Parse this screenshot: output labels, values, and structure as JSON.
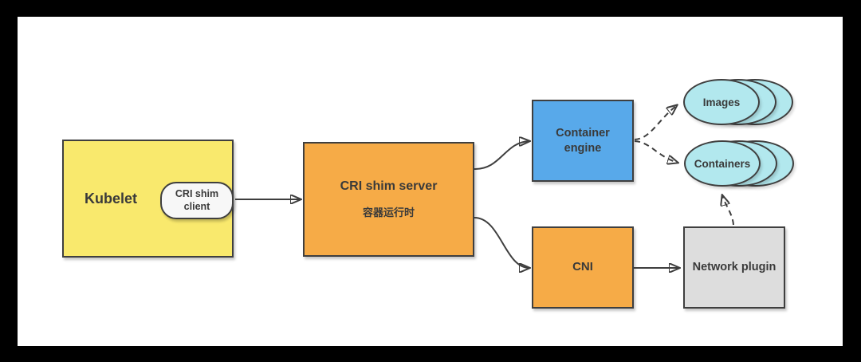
{
  "diagram": {
    "type": "architecture-flow",
    "topic": "Kubernetes CRI (Container Runtime Interface) architecture"
  },
  "nodes": {
    "kubelet": {
      "label": "Kubelet"
    },
    "cri_shim_client": {
      "label": "CRI shim client"
    },
    "cri_shim_server": {
      "label": "CRI shim server",
      "sublabel": "容器运行时"
    },
    "container_engine": {
      "label": "Container engine"
    },
    "cni": {
      "label": "CNI"
    },
    "network_plugin": {
      "label": "Network plugin"
    },
    "images": {
      "label": "Images"
    },
    "containers": {
      "label": "Containers"
    }
  },
  "edges": [
    {
      "from": "cri_shim_client",
      "to": "cri_shim_server",
      "style": "solid"
    },
    {
      "from": "cri_shim_server",
      "to": "container_engine",
      "style": "solid"
    },
    {
      "from": "cri_shim_server",
      "to": "cni",
      "style": "solid"
    },
    {
      "from": "cni",
      "to": "network_plugin",
      "style": "solid"
    },
    {
      "from": "container_engine",
      "to": "images",
      "style": "dashed"
    },
    {
      "from": "container_engine",
      "to": "containers",
      "style": "dashed"
    },
    {
      "from": "network_plugin",
      "to": "containers",
      "style": "dashed"
    }
  ],
  "colors": {
    "frame": "#000000",
    "canvas": "#ffffff",
    "kubelet_fill": "#F9E96D",
    "client_pill_fill": "#F7F7F7",
    "server_fill": "#F6AB47",
    "engine_fill": "#58A9EA",
    "cni_fill": "#F6AB47",
    "plugin_fill": "#DDDDDD",
    "ellipse_fill": "#B2E8EE",
    "shape_border": "#3F3F3F",
    "text": "#3A3A3A",
    "arrow": "#3E3E3E"
  }
}
